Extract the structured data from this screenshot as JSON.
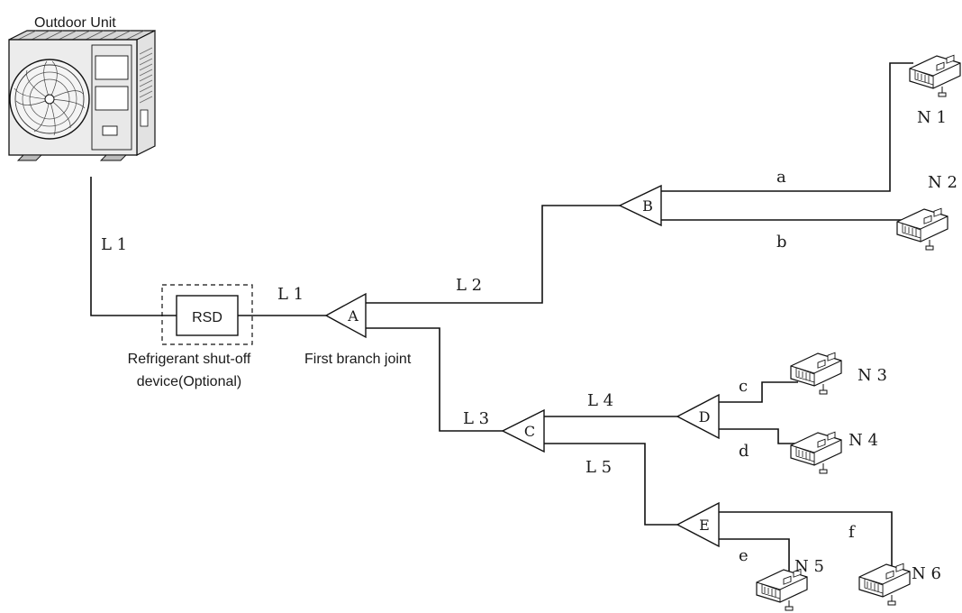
{
  "outdoor_unit": {
    "label": "Outdoor Unit"
  },
  "rsd": {
    "label": "RSD",
    "caption_line1": "Refrigerant shut-off",
    "caption_line2": "device(Optional)"
  },
  "first_branch": {
    "caption": "First branch joint"
  },
  "joints": {
    "a": "A",
    "b": "B",
    "c": "C",
    "d": "D",
    "e": "E"
  },
  "pipes": {
    "l1_vertical": "L 1",
    "l1_horizontal": "L 1",
    "l2": "L 2",
    "l3": "L 3",
    "l4": "L 4",
    "l5": "L 5",
    "a": "a",
    "b": "b",
    "c": "c",
    "d": "d",
    "e": "e",
    "f": "f"
  },
  "indoor_units": {
    "n1": "N 1",
    "n2": "N 2",
    "n3": "N 3",
    "n4": "N 4",
    "n5": "N 5",
    "n6": "N 6"
  }
}
